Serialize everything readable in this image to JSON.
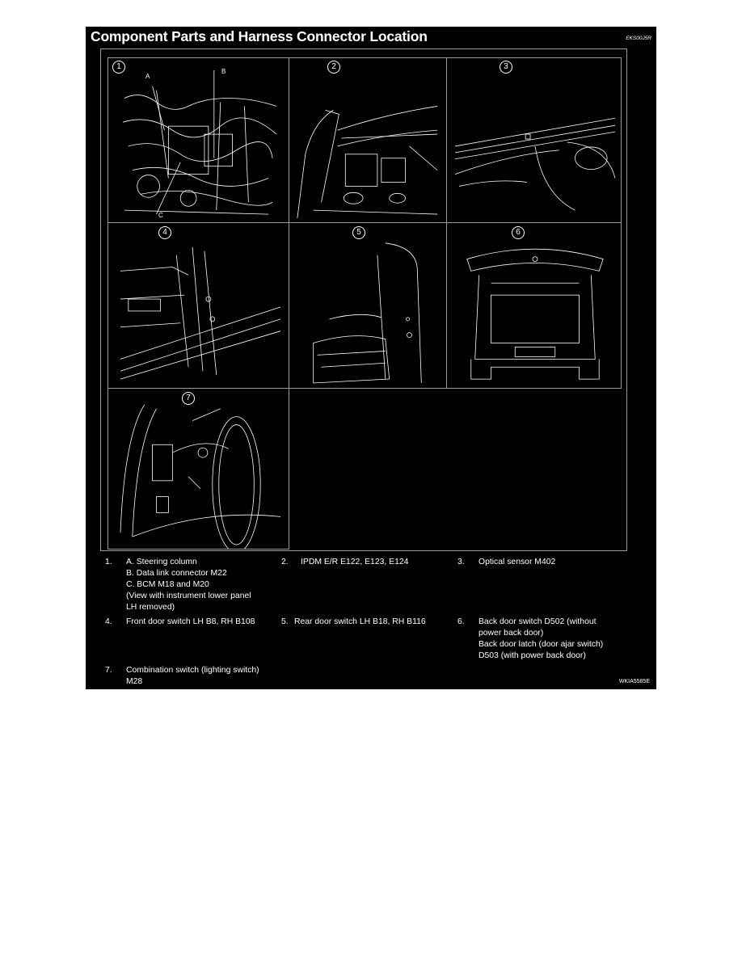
{
  "header": {
    "title": "Component Parts and Harness Connector Location",
    "code": "EKS00J5R"
  },
  "figure": {
    "ref": "WKIA5585E",
    "panels": [
      {
        "number": "1",
        "callouts": [
          "A",
          "B",
          "C"
        ]
      },
      {
        "number": "2"
      },
      {
        "number": "3"
      },
      {
        "number": "4"
      },
      {
        "number": "5"
      },
      {
        "number": "6"
      },
      {
        "number": "7"
      }
    ]
  },
  "legend": [
    {
      "num": "1.",
      "lines": [
        "A. Steering column",
        "B. Data link connector M22",
        "C. BCM M18 and M20",
        "(View with instrument lower panel",
        "LH removed)"
      ]
    },
    {
      "num": "2.",
      "lines": [
        "IPDM E/R  E122, E123, E124"
      ]
    },
    {
      "num": "3.",
      "lines": [
        "Optical sensor M402"
      ]
    },
    {
      "num": "4.",
      "lines": [
        "Front door switch LH B8, RH B108"
      ]
    },
    {
      "num": "5.",
      "lines": [
        "Rear door switch LH B18, RH B116"
      ]
    },
    {
      "num": "6.",
      "lines": [
        "Back door switch D502 (without",
        "power back door)",
        "Back door latch (door ajar switch)",
        "D503 (with power back door)"
      ]
    },
    {
      "num": "7.",
      "lines": [
        "Combination switch (lighting switch)",
        "M28"
      ]
    }
  ]
}
